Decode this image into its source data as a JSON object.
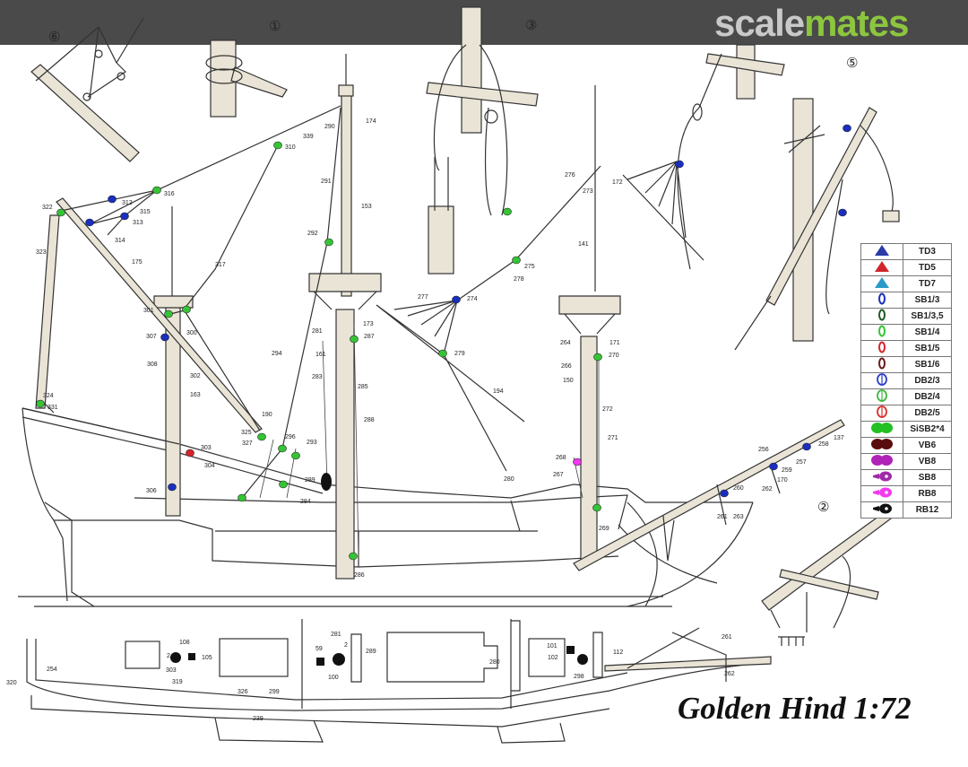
{
  "header": {
    "brand_part1": "scale",
    "brand_part2": "mates",
    "brand_color1": "#c9c9c9",
    "brand_color2": "#8cc63f",
    "bar_color": "#4a4a4a"
  },
  "title": "Golden Hind 1:72",
  "detail_markers": [
    "⑥",
    "①",
    "③",
    "⑤",
    "②"
  ],
  "legend": [
    {
      "label": "TD3",
      "shape": "triangle",
      "color": "#2b3aa8"
    },
    {
      "label": "TD5",
      "shape": "triangle",
      "color": "#d0262b"
    },
    {
      "label": "TD7",
      "shape": "triangle",
      "color": "#2a9bc9"
    },
    {
      "label": "SB1/3",
      "shape": "ring",
      "color": "#1a2fbf"
    },
    {
      "label": "SB1/3,5",
      "shape": "ring",
      "color": "#1f5a26"
    },
    {
      "label": "SB1/4",
      "shape": "ring",
      "color": "#35c435"
    },
    {
      "label": "SB1/5",
      "shape": "ring",
      "color": "#d6242a"
    },
    {
      "label": "SB1/6",
      "shape": "ring",
      "color": "#6b1a1a"
    },
    {
      "label": "DB2/3",
      "shape": "double",
      "color": "#2c3fc9"
    },
    {
      "label": "DB2/4",
      "shape": "double",
      "color": "#3cb83c"
    },
    {
      "label": "DB2/5",
      "shape": "double",
      "color": "#d8302e"
    },
    {
      "label": "SiSB2*4",
      "shape": "blob",
      "color": "#22c022"
    },
    {
      "label": "VB6",
      "shape": "blob",
      "color": "#5a0d0d"
    },
    {
      "label": "VB8",
      "shape": "blob",
      "color": "#b023b8"
    },
    {
      "label": "SB8",
      "shape": "pear",
      "color": "#a02aa8"
    },
    {
      "label": "RB8",
      "shape": "pear",
      "color": "#f23af0"
    },
    {
      "label": "RB12",
      "shape": "pear",
      "color": "#111111"
    }
  ],
  "diagram": {
    "labels": [
      "339",
      "310",
      "290",
      "174",
      "291",
      "153",
      "292",
      "322",
      "312",
      "316",
      "315",
      "313",
      "314",
      "175",
      "323",
      "317",
      "276",
      "172",
      "273",
      "141",
      "264",
      "171",
      "270",
      "266",
      "150",
      "272",
      "275",
      "278",
      "277",
      "274",
      "279",
      "194",
      "280",
      "173",
      "281",
      "287",
      "161",
      "283",
      "285",
      "288",
      "294",
      "190",
      "325",
      "327",
      "296",
      "293",
      "289",
      "286",
      "284",
      "301",
      "307",
      "300",
      "308",
      "302",
      "163",
      "324",
      "331",
      "303",
      "304",
      "306",
      "268",
      "267",
      "271",
      "269",
      "258",
      "137",
      "256",
      "259",
      "257",
      "170",
      "260",
      "261",
      "263",
      "262"
    ],
    "plan_labels": [
      "320",
      "254",
      "105",
      "2",
      "303",
      "108",
      "319",
      "326",
      "299",
      "239",
      "59",
      "2",
      "281",
      "100",
      "289",
      "280",
      "101",
      "102",
      "112",
      "298",
      "261",
      "262"
    ]
  }
}
